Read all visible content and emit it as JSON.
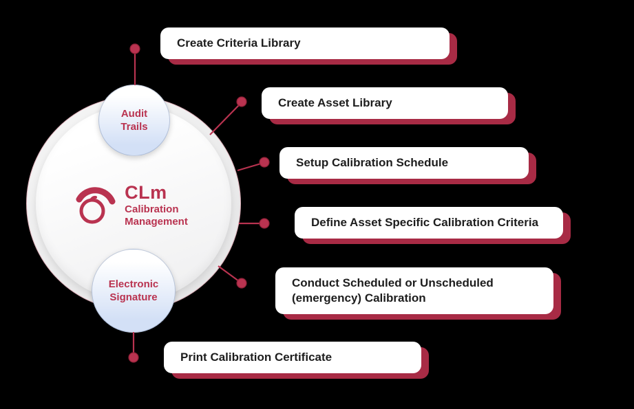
{
  "colors": {
    "accent": "#b93350",
    "card_shadow": "#a82b45",
    "card_text": "#1d1d1d",
    "bg": "#000000"
  },
  "hub": {
    "title": "CLm",
    "subtitle1": "Calibration",
    "subtitle2": "Management",
    "logo_icon": "clm-ring-swoosh-icon"
  },
  "satellites": {
    "audit": {
      "line1": "Audit",
      "line2": "Trails"
    },
    "esig": {
      "line1": "Electronic",
      "line2": "Signature"
    }
  },
  "cards": [
    {
      "label": "Create Criteria Library"
    },
    {
      "label": "Create Asset Library"
    },
    {
      "label": "Setup Calibration Schedule"
    },
    {
      "label": "Define Asset Specific Calibration Criteria"
    },
    {
      "label": "Conduct Scheduled or Unscheduled (emergency) Calibration"
    },
    {
      "label": "Print Calibration Certificate"
    }
  ]
}
